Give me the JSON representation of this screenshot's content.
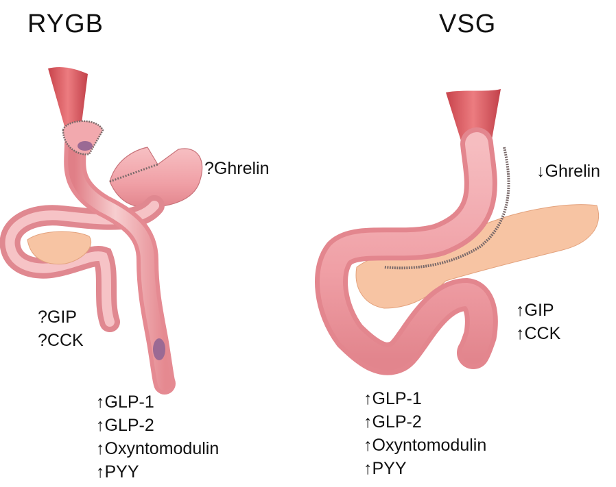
{
  "left": {
    "title": "RYGB",
    "ghrelin": "?Ghrelin",
    "gip": "?GIP",
    "cck": "?CCK",
    "hormones": [
      "↑GLP-1",
      "↑GLP-2",
      "↑Oxyntomodulin",
      "↑PYY"
    ]
  },
  "right": {
    "title": "VSG",
    "ghrelin": "↓Ghrelin",
    "gip": "↑GIP",
    "cck": "↑CCK",
    "hormones": [
      "↑GLP-1",
      "↑GLP-2",
      "↑Oxyntomodulin",
      "↑PYY"
    ]
  },
  "colors": {
    "tissue": "#f0a3a8",
    "tissue_dark": "#d9737c",
    "tissue_light": "#f9d3d4",
    "esophagus": "#d9535a",
    "pancreas": "#f7c4a3",
    "staple": "#7a6a6a"
  }
}
